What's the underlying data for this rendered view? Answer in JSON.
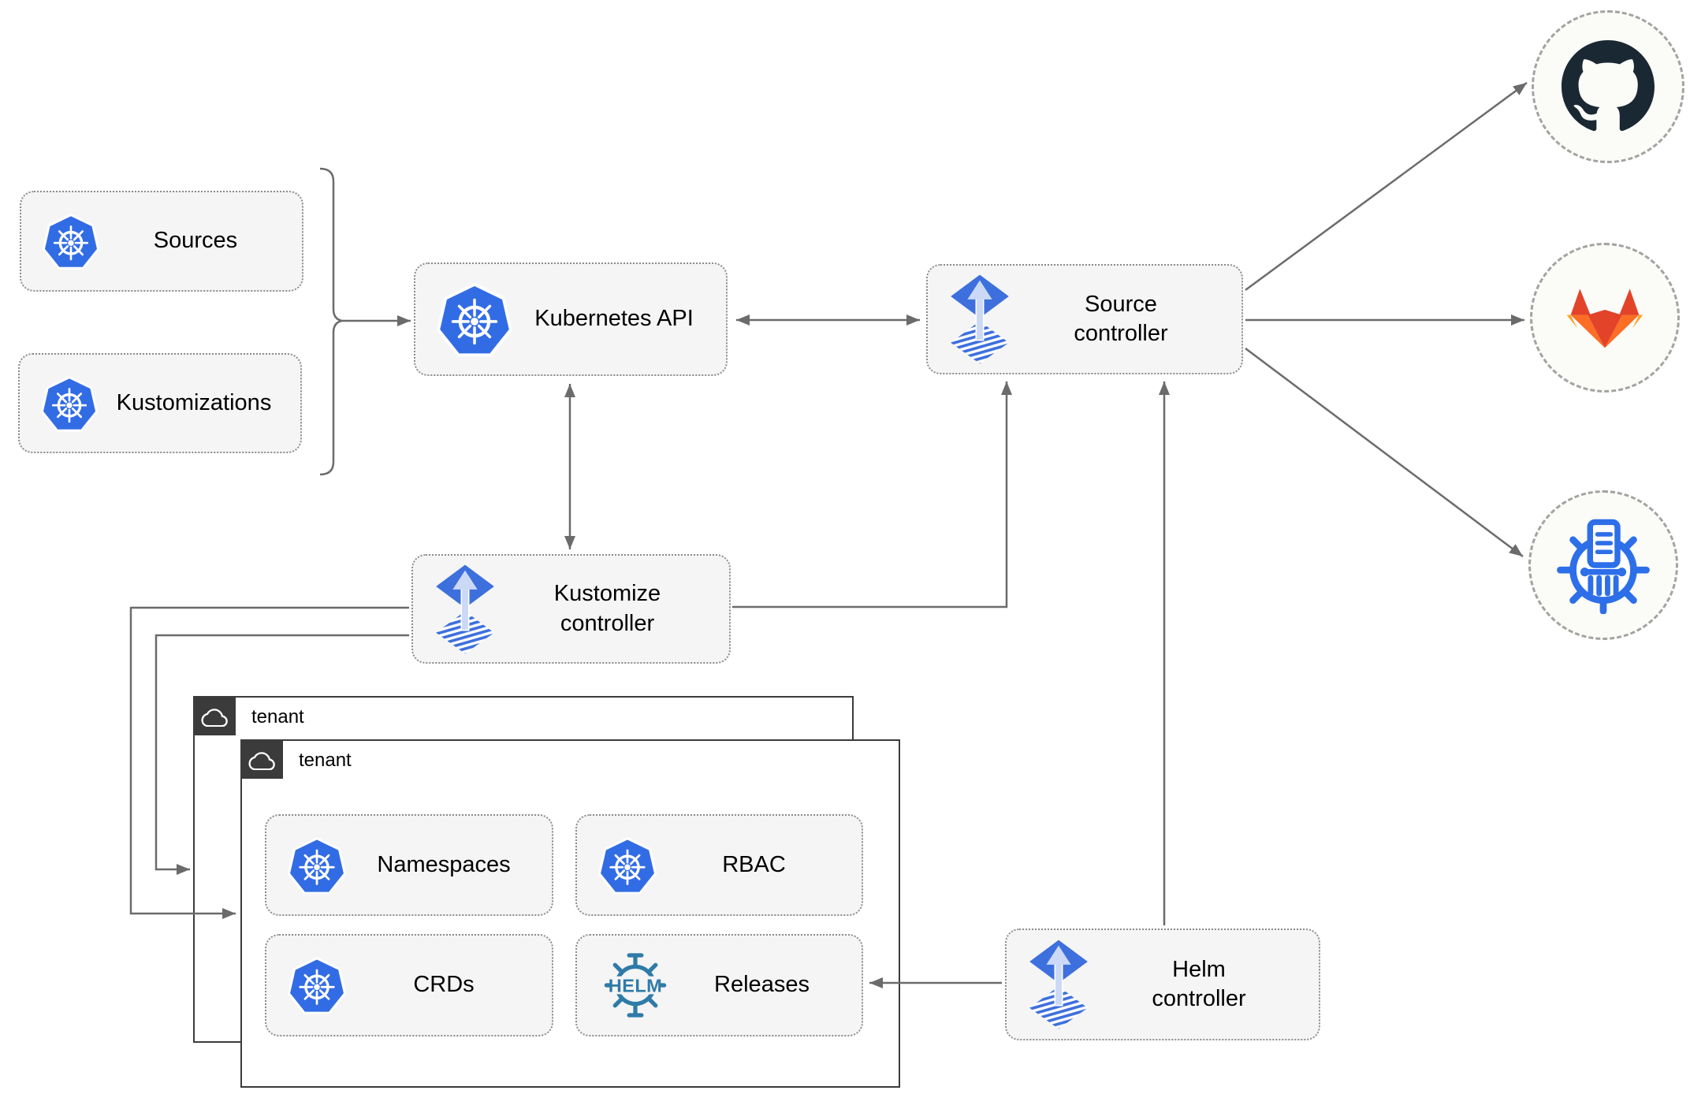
{
  "diagram": {
    "nodes": {
      "sources": "Sources",
      "kustomizations": "Kustomizations",
      "kubernetes_api": "Kubernetes API",
      "source_controller": "Source controller",
      "kustomize_controller": "Kustomize controller",
      "helm_controller": "Helm controller",
      "namespaces": "Namespaces",
      "rbac": "RBAC",
      "crds": "CRDs",
      "releases": "Releases"
    },
    "groups": {
      "tenant_back": "tenant",
      "tenant_front": "tenant"
    },
    "icon_text": {
      "helm": "HELM"
    },
    "icons": {
      "sources": "kubernetes-icon",
      "kustomizations": "kubernetes-icon",
      "kubernetes_api": "kubernetes-icon",
      "source_controller": "flux-icon",
      "kustomize_controller": "flux-icon",
      "helm_controller": "flux-icon",
      "namespaces": "kubernetes-icon",
      "rbac": "kubernetes-icon",
      "crds": "kubernetes-icon",
      "releases": "helm-icon",
      "tenant": "cloud-icon",
      "remotes": [
        "github-icon",
        "gitlab-icon",
        "chartmuseum-icon"
      ]
    },
    "colors": {
      "kubernetes_blue": "#326CE5",
      "flux_blue": "#3D6FDD",
      "flux_arrow_light": "#CBD9F6",
      "helm_teal": "#2F7BA8",
      "chartmuseum_blue": "#2D6FE8",
      "github_dark": "#1A2833",
      "gitlab_red": "#E24329",
      "gitlab_orange": "#FC6D26",
      "gitlab_light_orange": "#FCA326",
      "node_fill": "#F5F5F5",
      "edge_gray": "#6B6B6B",
      "tenant_dark": "#3B3B3B"
    }
  }
}
